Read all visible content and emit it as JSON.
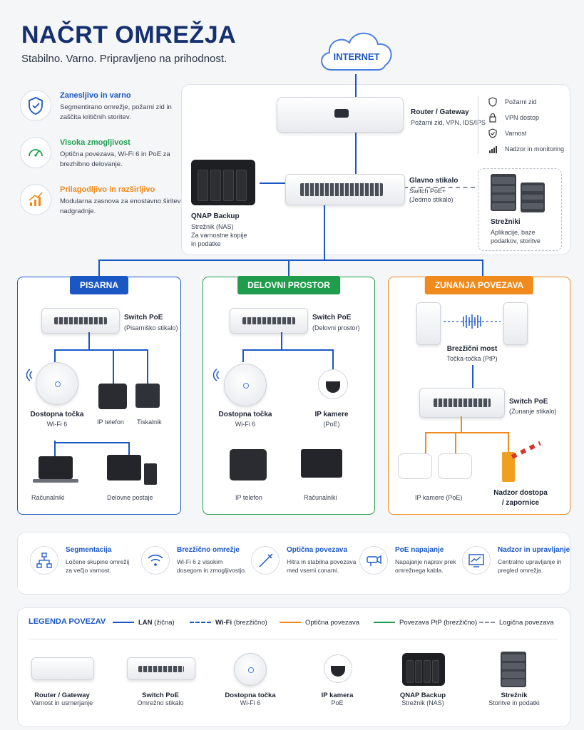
{
  "header": {
    "title": "NAČRT OMREŽJA",
    "subtitle": "Stabilno. Varno. Pripravljeno na prihodnost."
  },
  "features": [
    {
      "title": "Zanesljivo in varno",
      "text": "Segmentirano omrežje, požarni zid in zaščita kritičnih storitev.",
      "color": "#1a57c4",
      "icon": "shield-check-icon"
    },
    {
      "title": "Visoka zmogljivost",
      "text": "Optična povezava, Wi-Fi 6 in PoE za brezhibno delovanje.",
      "color": "#1f9d4c",
      "icon": "speedometer-icon"
    },
    {
      "title": "Prilagodljivo in razširljivo",
      "text": "Modularna zasnova za enostavno širitev in nadgradnje.",
      "color": "#f08a1c",
      "icon": "growth-chart-icon"
    }
  ],
  "internet": {
    "label": "INTERNET"
  },
  "core": {
    "router": {
      "title": "Router / Gateway",
      "desc": "Požarni zid, VPN, IDS/IPS"
    },
    "router_features": [
      {
        "label": "Požarni zid",
        "icon": "shield-icon"
      },
      {
        "label": "VPN dostop",
        "icon": "lock-icon"
      },
      {
        "label": "Varnost",
        "icon": "shield-check-icon"
      },
      {
        "label": "Nadzor in monitoring",
        "icon": "bar-chart-icon"
      }
    ],
    "switch": {
      "title": "Glavno stikalo",
      "desc1": "Switch PoE+",
      "desc2": "(Jedrno stikalo)"
    },
    "nas": {
      "title": "QNAP Backup",
      "desc1": "Strežnik (NAS)",
      "desc2": "Za varnostne kopije",
      "desc3": "in podatke"
    },
    "servers": {
      "title": "Strežniki",
      "desc1": "Aplikacije, baze",
      "desc2": "podatkov, storitve"
    }
  },
  "zones": {
    "office": {
      "tab": "PISARNA",
      "color": "#1a57c4",
      "switch_title": "Switch PoE",
      "switch_desc": "(Pisarniško stikalo)",
      "ap_title": "Dostopna točka",
      "ap_desc": "Wi-Fi 6",
      "phone": "IP telefon",
      "printer": "Tiskalnik",
      "computers": "Računalniki",
      "workstations": "Delovne postaje"
    },
    "workspace": {
      "tab": "DELOVNI PROSTOR",
      "color": "#1f9d4c",
      "switch_title": "Switch PoE",
      "switch_desc": "(Delovni prostor)",
      "ap_title": "Dostopna točka",
      "ap_desc": "Wi-Fi 6",
      "cam_title": "IP kamere",
      "cam_desc": "(PoE)",
      "phone": "IP telefon",
      "computers": "Računalniki"
    },
    "external": {
      "tab": "ZUNANJA POVEZAVA",
      "color": "#f08a1c",
      "bridge_title": "Brezžični most",
      "bridge_desc": "Točka-točka (PtP)",
      "switch_title": "Switch PoE",
      "switch_desc": "(Zunanje stikalo)",
      "cams": "IP kamere (PoE)",
      "access_title": "Nadzor dostopa",
      "access_desc": "/ zapornice"
    }
  },
  "benefits": [
    {
      "title": "Segmentacija",
      "text": "Ločene skupine omrežij za večjo varnost.",
      "icon": "hierarchy-icon"
    },
    {
      "title": "Brezžično omrežje",
      "text": "Wi-Fi 6 z visokim dosegom in zmogljivostjo.",
      "icon": "wifi-icon"
    },
    {
      "title": "Optična povezava",
      "text": "Hitra in stabilna povezava med vsemi conami.",
      "icon": "fiber-icon"
    },
    {
      "title": "PoE napajanje",
      "text": "Napajanje naprav prek omrežnega kabla.",
      "icon": "camera-plug-icon"
    },
    {
      "title": "Nadzor in upravljanje",
      "text": "Centralno upravljanje in pregled omrežja.",
      "icon": "monitor-chart-icon"
    }
  ],
  "legend": {
    "title": "LEGENDA POVEZAV",
    "lines": [
      {
        "label_bold": "LAN",
        "label": "(žična)",
        "color": "#1a57c4",
        "style": "solid"
      },
      {
        "label_bold": "Wi-Fi",
        "label": "(brezžično)",
        "color": "#1a57c4",
        "style": "dashed"
      },
      {
        "label_bold": "",
        "label": "Optična povezava",
        "color": "#f08a1c",
        "style": "solid"
      },
      {
        "label_bold": "",
        "label": "Povezava PtP (brezžično)",
        "color": "#1f9d4c",
        "style": "solid"
      },
      {
        "label_bold": "",
        "label": "Logična povezava",
        "color": "#8a8f98",
        "style": "dashed"
      }
    ],
    "devices": [
      {
        "title": "Router / Gateway",
        "desc": "Varnost in usmerjanje"
      },
      {
        "title": "Switch PoE",
        "desc": "Omrežno stikalo"
      },
      {
        "title": "Dostopna točka",
        "desc": "Wi-Fi 6"
      },
      {
        "title": "IP kamera",
        "desc": "PoE"
      },
      {
        "title": "QNAP Backup",
        "desc": "Strežnik (NAS)"
      },
      {
        "title": "Strežnik",
        "desc": "Storitve in podatki"
      }
    ]
  }
}
